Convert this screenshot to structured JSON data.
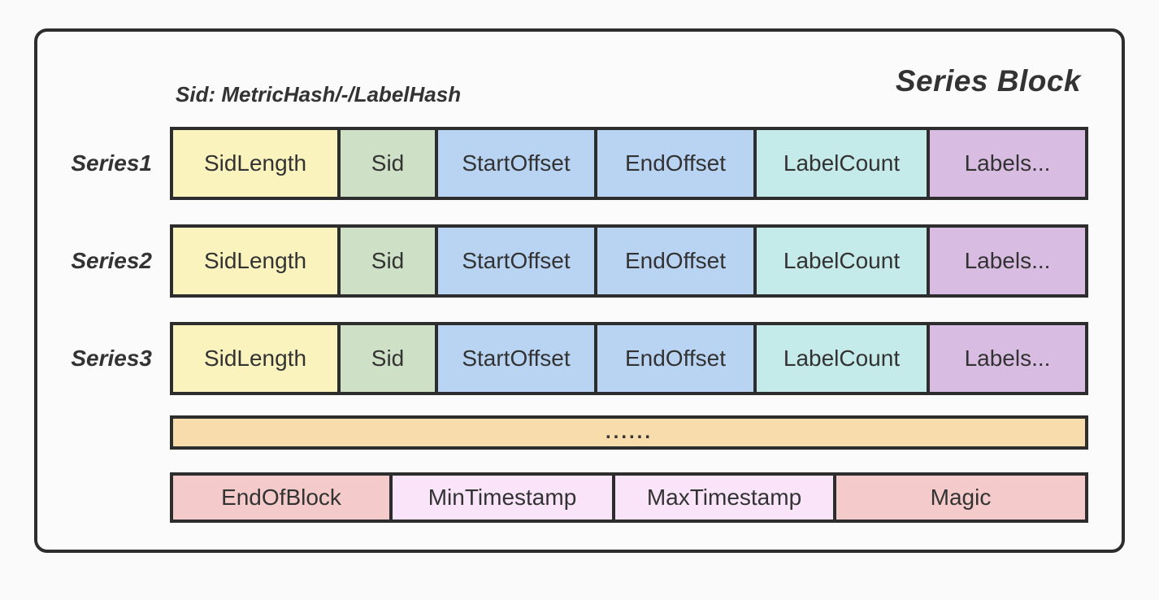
{
  "title": "Series Block",
  "subtitle": "Sid: MetricHash/-/LabelHash",
  "colors": {
    "border": "#2d2d2d",
    "text": "#333333",
    "box_bg": "#fbfbfb",
    "page_bg": "#fafafa",
    "yellow": "#fbf3be",
    "green": "#cee0c5",
    "blue": "#b8d4f2",
    "cyan": "#c4ebe9",
    "purple": "#d9bce2",
    "orange": "#f8dcab",
    "pink": "#f4cbca",
    "lavender": "#f9e4fa"
  },
  "series_rows": [
    {
      "label": "Series1",
      "cells": [
        {
          "text": "SidLength",
          "bg": "#fbf3be"
        },
        {
          "text": "Sid",
          "bg": "#cee0c5"
        },
        {
          "text": "StartOffset",
          "bg": "#b8d4f2"
        },
        {
          "text": "EndOffset",
          "bg": "#b8d4f2"
        },
        {
          "text": "LabelCount",
          "bg": "#c4ebe9"
        },
        {
          "text": "Labels...",
          "bg": "#d9bce2"
        }
      ]
    },
    {
      "label": "Series2",
      "cells": [
        {
          "text": "SidLength",
          "bg": "#fbf3be"
        },
        {
          "text": "Sid",
          "bg": "#cee0c5"
        },
        {
          "text": "StartOffset",
          "bg": "#b8d4f2"
        },
        {
          "text": "EndOffset",
          "bg": "#b8d4f2"
        },
        {
          "text": "LabelCount",
          "bg": "#c4ebe9"
        },
        {
          "text": "Labels...",
          "bg": "#d9bce2"
        }
      ]
    },
    {
      "label": "Series3",
      "cells": [
        {
          "text": "SidLength",
          "bg": "#fbf3be"
        },
        {
          "text": "Sid",
          "bg": "#cee0c5"
        },
        {
          "text": "StartOffset",
          "bg": "#b8d4f2"
        },
        {
          "text": "EndOffset",
          "bg": "#b8d4f2"
        },
        {
          "text": "LabelCount",
          "bg": "#c4ebe9"
        },
        {
          "text": "Labels...",
          "bg": "#d9bce2"
        }
      ]
    }
  ],
  "ellipsis_row": {
    "text": "......",
    "bg": "#f8dcab"
  },
  "footer_row": {
    "cells": [
      {
        "text": "EndOfBlock",
        "bg": "#f4cbca"
      },
      {
        "text": "MinTimestamp",
        "bg": "#f9e4fa"
      },
      {
        "text": "MaxTimestamp",
        "bg": "#f9e4fa"
      },
      {
        "text": "Magic",
        "bg": "#f4cbca"
      }
    ]
  }
}
